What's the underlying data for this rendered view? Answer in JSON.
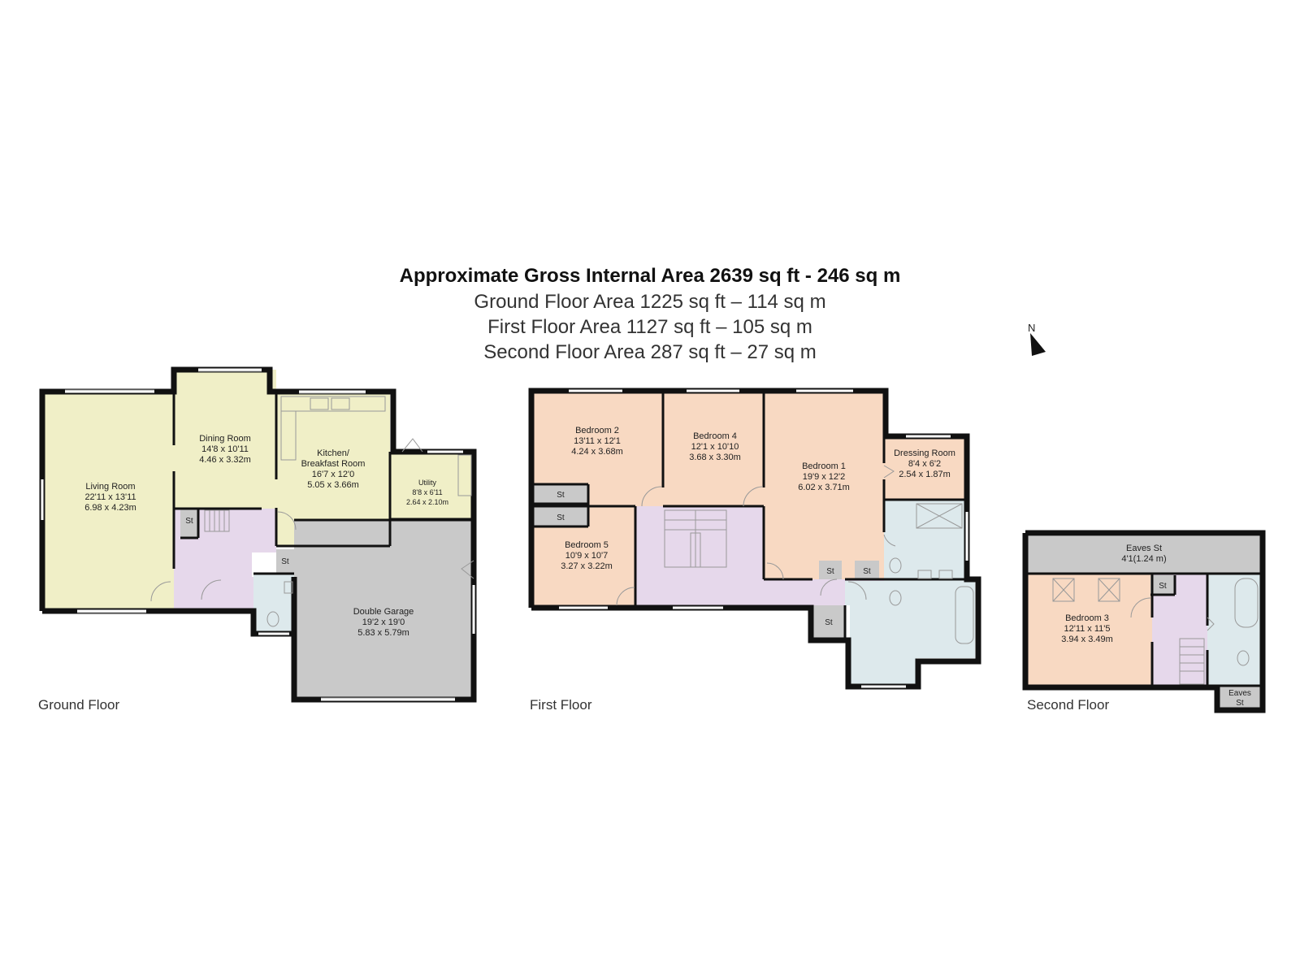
{
  "header": {
    "title": "Approximate Gross Internal Area 2639 sq ft - 246 sq m",
    "ground": "Ground Floor Area 1225 sq ft – 114 sq m",
    "first": "First Floor Area 1127 sq ft – 105 sq m",
    "second": "Second Floor Area 287 sq ft – 27 sq m"
  },
  "compass": {
    "label": "N"
  },
  "colors": {
    "living": "#f0efc7",
    "bedroom": "#f8d9c2",
    "hall": "#e6d8eb",
    "bath": "#dde9ec",
    "garage": "#c9c9c9",
    "store": "#c9c9c9",
    "wall": "#111111"
  },
  "floors": {
    "ground": {
      "label": "Ground Floor",
      "living": {
        "name": "Living Room",
        "imp": "22'11 x 13'11",
        "met": "6.98 x 4.23m"
      },
      "dining": {
        "name": "Dining Room",
        "imp": "14'8 x 10'11",
        "met": "4.46 x 3.32m"
      },
      "kitchen": {
        "name1": "Kitchen/",
        "name2": "Breakfast Room",
        "imp": "16'7 x 12'0",
        "met": "5.05 x 3.66m"
      },
      "utility": {
        "name": "Utility",
        "imp": "8'8 x 6'11",
        "met": "2.64 x 2.10m"
      },
      "garage": {
        "name": "Double Garage",
        "imp": "19'2 x 19'0",
        "met": "5.83 x 5.79m"
      },
      "st1": "St",
      "st2": "St"
    },
    "first": {
      "label": "First Floor",
      "bed2": {
        "name": "Bedroom 2",
        "imp": "13'11 x 12'1",
        "met": "4.24 x 3.68m"
      },
      "bed4": {
        "name": "Bedroom 4",
        "imp": "12'1 x 10'10",
        "met": "3.68 x 3.30m"
      },
      "bed1": {
        "name": "Bedroom 1",
        "imp": "19'9 x 12'2",
        "met": "6.02 x 3.71m"
      },
      "dressing": {
        "name": "Dressing Room",
        "imp": "8'4 x 6'2",
        "met": "2.54 x 1.87m"
      },
      "bed5": {
        "name": "Bedroom 5",
        "imp": "10'9 x 10'7",
        "met": "3.27 x 3.22m"
      },
      "st": "St"
    },
    "second": {
      "label": "Second Floor",
      "eaves": {
        "name": "Eaves St",
        "dim": "4'1(1.24 m)"
      },
      "bed3": {
        "name": "Bedroom 3",
        "imp": "12'11 x 11'5",
        "met": "3.94 x 3.49m"
      },
      "st": "St",
      "eaves2a": "Eaves",
      "eaves2b": "St"
    }
  }
}
